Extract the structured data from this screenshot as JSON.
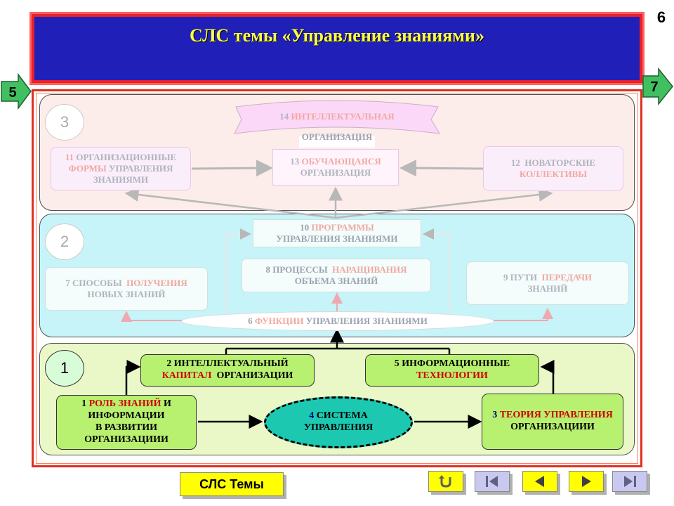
{
  "title": "СЛС темы «Управление знаниями»",
  "page_number": "6",
  "nav": {
    "prev_label": "5",
    "next_label": "7"
  },
  "levels": [
    "3",
    "2",
    "1"
  ],
  "level3": {
    "banner_top_num": "14",
    "banner_top_text": "ИНТЕЛЛЕКТУАЛЬНАЯ",
    "banner_bottom_text": "ОРГАНИЗАЦИЯ",
    "box11_num": "11",
    "box11_part1": "ОРГАНИЗАЦИОННЫЕ",
    "box11_part2": "ФОРМЫ",
    "box11_part3": "УПРАВЛЕНИЯ",
    "box11_part4": "ЗНАНИЯМИ",
    "box13_num": "13",
    "box13_part1": "ОБУЧАЮЩАЯСЯ",
    "box13_part2": "ОРГАНИЗАЦИЯ",
    "box12_num": "12",
    "box12_part1": "НОВАТОРСКИЕ",
    "box12_part2": "КОЛЛЕКТИВЫ"
  },
  "level2": {
    "box10_num": "10",
    "box10_part1": "ПРОГРАММЫ",
    "box10_part2": "УПРАВЛЕНИЯ ЗНАНИЯМИ",
    "box8_part1": "8 ПРОЦЕССЫ",
    "box8_part2": "НАРАЩИВАНИЯ",
    "box8_part3": "ОБЪЕМА ЗНАНИЙ",
    "box7_part1": "7 СПОСОБЫ",
    "box7_part2": "ПОЛУЧЕНИЯ",
    "box7_part3": "НОВЫХ ЗНАНИЙ",
    "box9_num": "9",
    "box9_part1": "ПУТИ",
    "box9_part2": "ПЕРЕДАЧИ",
    "box9_part3": "ЗНАНИЙ",
    "oval6_num": "6",
    "oval6_part1": "ФУНКЦИИ",
    "oval6_part2": "УПРАВЛЕНИЯ ЗНАНИЯМИ"
  },
  "level1": {
    "box2_num": "2",
    "box2_part1": "ИНТЕЛЛЕКТУАЛЬНЫЙ",
    "box2_part2": "КАПИТАЛ",
    "box2_part3": "ОРГАНИЗАЦИИ",
    "box5_num": "5",
    "box5_part1": "ИНФОРМАЦИОННЫЕ",
    "box5_part2": "ТЕХНОЛОГИИ",
    "box1_num": "1",
    "box1_part1": "РОЛЬ ЗНАНИЙ",
    "box1_part2": "И",
    "box1_part3": "ИНФОРМАЦИИ",
    "box1_part4": "В РАЗВИТИИ",
    "box1_part5": "ОРГАНИЗАЦИИИ",
    "box4_num": "4",
    "box4_part1": "СИСТЕМА",
    "box4_part2": "УПРАВЛЕНИЯ",
    "box3_num": "3",
    "box3_part1": "ТЕОРИЯ УПРАВЛЕНИЯ",
    "box3_part2": "ОРГАНИЗАЦИИИ"
  },
  "footer": {
    "topics_button": "СЛС Темы",
    "return_icon": "return-icon",
    "first_icon": "first-page-icon",
    "prev_icon": "prev-icon",
    "next_icon": "next-icon",
    "last_icon": "last-page-icon"
  },
  "colors": {
    "title_bg": "#2020b8",
    "title_text": "#ffff40",
    "frame_red": "#e03020",
    "level3_bg": "#fcecea",
    "level2_bg": "#c6f4f8",
    "level1_bg": "#eaf8c8",
    "box_green": "#b8f070",
    "oval_teal": "#1cc8b0",
    "nav_arrow_green": "#40c060"
  }
}
